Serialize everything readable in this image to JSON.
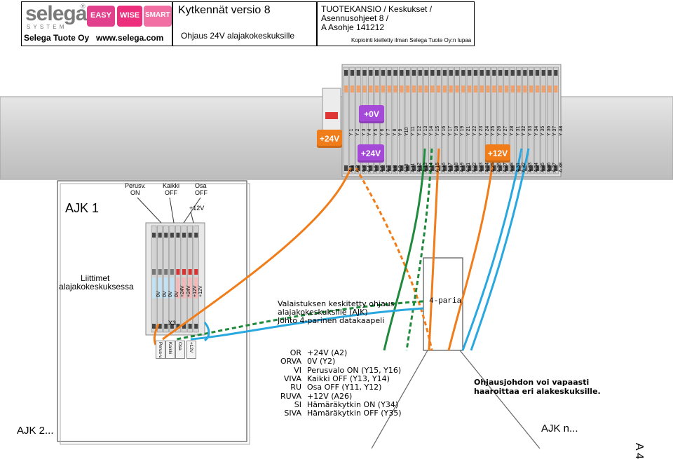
{
  "header": {
    "logo": {
      "word": "selega",
      "registered": "®",
      "system": "S Y S T E M",
      "company": "Selega Tuote Oy",
      "url": "www.selega.com"
    },
    "badges": [
      {
        "label": "EASY",
        "color": "#e23f8c"
      },
      {
        "label": "WISE",
        "color": "#ed2e7d"
      },
      {
        "label": "SMART",
        "color": "#f26fa4"
      }
    ],
    "title": "Kytkennät versio 8",
    "subtitle": "Ohjaus 24V alajakokeskuksille",
    "path_line1": "TUOTEKANSIO / Keskukset /",
    "path_line2": "Asennusohjeet 8 /",
    "path_line3": "A Asohje 141212",
    "copyright": "Kopiointi kielletty ilman Selega Tuote Oy:n lupaa"
  },
  "main_terminal": {
    "label_24v": "+24V",
    "label_0v": "+0V",
    "label_24v_b": "+24V",
    "label_12v": "+12V",
    "top_labels": [
      "Y 1",
      "Y 2",
      "Y 3",
      "Y 4",
      "Y 5",
      "Y 6",
      "Y 7",
      "Y 8",
      "Y 9",
      "Y10",
      "Y 11",
      "Y 12",
      "Y 13",
      "Y 14",
      "Y 15",
      "Y 16",
      "Y 17",
      "Y 18",
      "Y 19",
      "Y 21",
      "Y 22",
      "Y 23",
      "Y 24",
      "Y 25",
      "Y 26",
      "Y 27",
      "Y 28",
      "Y 31",
      "Y 32",
      "Y 33",
      "Y 34",
      "Y 35",
      "Y 36",
      "Y 37",
      "Y 38"
    ],
    "bottom_labels": [
      "A 1",
      "A 2",
      "A 3",
      "A 4",
      "A 5",
      "A 6",
      "A 7",
      "A 8",
      "A 9",
      "A10",
      "A 11",
      "A 12",
      "A 13",
      "A 14",
      "A 15",
      "A 16",
      "A 17",
      "A 18",
      "A 19",
      "A 21",
      "A 22",
      "A 23",
      "A 24",
      "A 25",
      "A 26",
      "A 27",
      "A 28",
      "A 31",
      "A 32",
      "A 33",
      "A 34",
      "A 35",
      "A 36",
      "A 37",
      "A 38"
    ]
  },
  "ajk1": {
    "title": "AJK 1",
    "switch_labels": [
      {
        "line1": "Perusv.",
        "line2": "ON"
      },
      {
        "line1": "Kaikki",
        "line2": "OFF"
      },
      {
        "line1": "Osa",
        "line2": "OFF"
      }
    ],
    "plus12": "+12V",
    "liittimet_line1": "Liittimet",
    "liittimet_line2": "alajakokeskuksessa",
    "block_labels": [
      "0V",
      "0V",
      "0V",
      "0V",
      "+24V",
      "+24V",
      "+12V",
      "+12V"
    ],
    "x3": "X3",
    "bottom_labels": [
      "Perus-v.",
      "Kaikki",
      "Osa",
      "+12V"
    ]
  },
  "description": {
    "line1": "Valaistuksen keskitetty ohjaus",
    "line2": "alajakokeskuksille (AJK)",
    "line3": "Johto 4-parinen datakaapeli"
  },
  "cable_label": "4-paria",
  "legend": [
    {
      "code": "OR",
      "desc": "+24V (A2)"
    },
    {
      "code": "ORVA",
      "desc": "0V  (Y2)"
    },
    {
      "code": "VI",
      "desc": "Perusvalo ON  (Y15, Y16)"
    },
    {
      "code": "VIVA",
      "desc": "Kaikki OFF  (Y13, Y14)"
    },
    {
      "code": "RU",
      "desc": "Osa OFF  (Y11, Y12)"
    },
    {
      "code": "RUVA",
      "desc": "+12V   (A26)"
    },
    {
      "code": "SI",
      "desc": "Hämäräkytkin ON  (Y34)"
    },
    {
      "code": "SIVA",
      "desc": "Hämäräkytkin OFF  (Y35)"
    }
  ],
  "branch_note_line1": "Ohjausjohdon voi vapaasti",
  "branch_note_line2": "haaroittaa eri alakeskuksille.",
  "ajk2": "AJK 2...",
  "ajkn": "AJK n...",
  "page_id": "A 4",
  "colors": {
    "orange": "#f07c1a",
    "green": "#1f8a3b",
    "blue": "#29a8e0",
    "purple": "#a54ad8",
    "red_label": "#e23a3a",
    "rail": "#d2d2d2"
  }
}
